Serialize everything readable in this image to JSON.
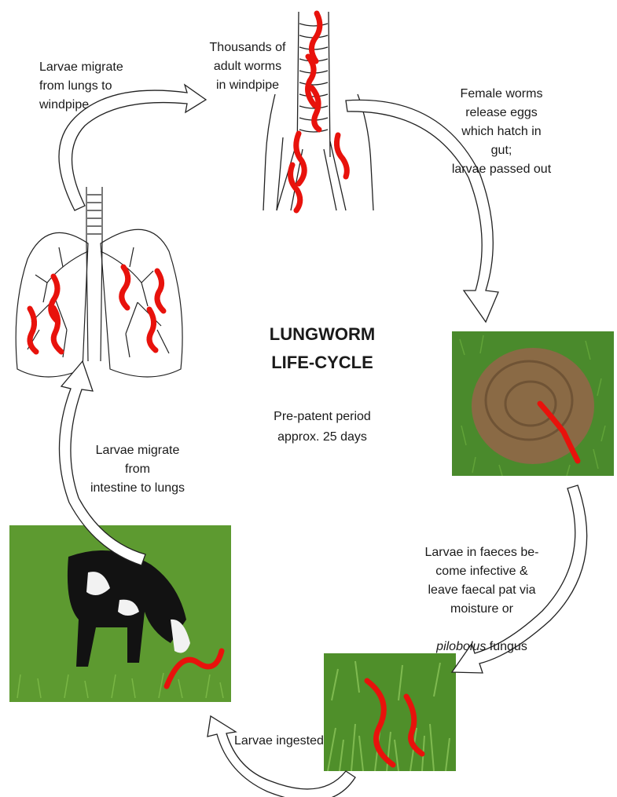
{
  "title": "LUNGWORM\nLIFE-CYCLE",
  "subtitle": "Pre-patent period\napprox. 25 days",
  "labels": {
    "windpipe": "Thousands of\nadult worms\nin windpipe",
    "lungs_to_windpipe": "Larvae migrate\nfrom lungs to\nwindpipe",
    "eggs": "Female worms\nrelease eggs\nwhich hatch in\ngut;\nlarvae passed out",
    "faeces_pre": "Larvae in faeces be-\ncome infective &\nleave faecal pat via\nmoisture or",
    "faeces_italic": "pilobolus",
    "faeces_post": " fungus",
    "ingested": "Larvae ingested",
    "intestine": "Larvae migrate\nfrom\nintestine to lungs"
  },
  "colors": {
    "worm": "#e8120c",
    "grass": "#4f8f2a",
    "dung": "#8a6a45"
  },
  "icons": [
    "windpipe-illustration",
    "lungs-illustration",
    "faecal-pat-photo",
    "grass-photo",
    "calf-photo"
  ]
}
